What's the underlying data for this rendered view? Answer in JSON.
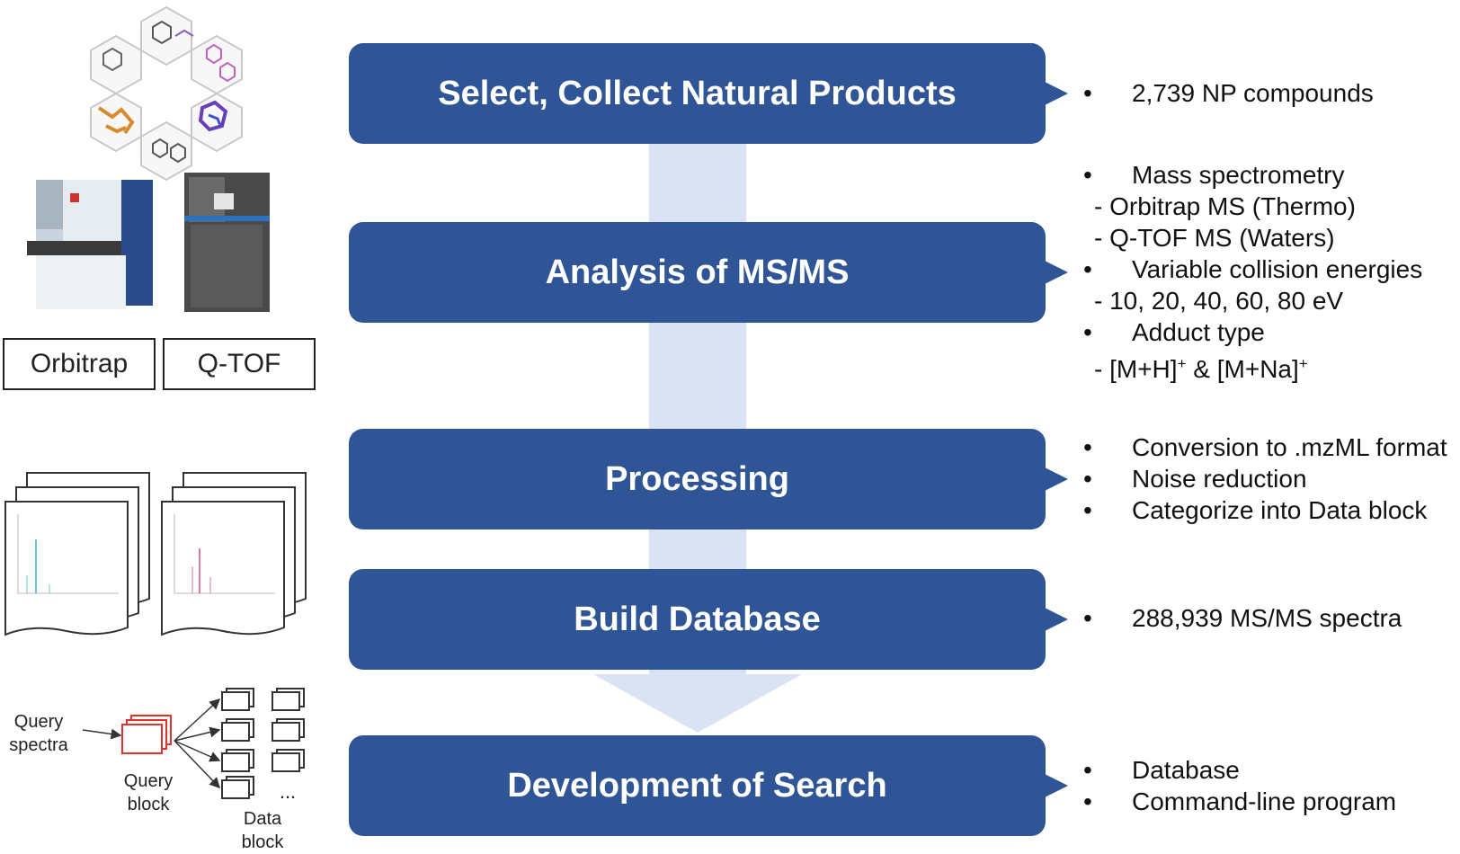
{
  "steps": [
    {
      "label": "Select, Collect Natural Products"
    },
    {
      "label": "Analysis of MS/MS"
    },
    {
      "label": "Processing"
    },
    {
      "label": "Build Database"
    },
    {
      "label": "Development of Search"
    }
  ],
  "notes": {
    "select": [
      "2,739 NP compounds"
    ],
    "analysis": {
      "b1": "Mass spectrometry",
      "s1": "- Orbitrap MS (Thermo)",
      "s2": "- Q-TOF MS (Waters)",
      "b2": "Variable collision energies",
      "s3": "- 10, 20, 40, 60, 80 eV",
      "b3": "Adduct type",
      "s4_a": "- [M+H]",
      "s4_sup1": "+",
      "s4_b": " & [M+Na]",
      "s4_sup2": "+"
    },
    "processing": [
      "Conversion to .mzML format",
      "Noise reduction",
      "Categorize into Data block"
    ],
    "build": [
      "288,939 MS/MS spectra"
    ],
    "search": [
      "Database",
      "Command-line program"
    ]
  },
  "bullet": "•",
  "instrument_labels": [
    "Orbitrap",
    "Q-TOF"
  ],
  "search_diagram": {
    "query_spectra": [
      "Query",
      "spectra"
    ],
    "query_block": [
      "Query",
      "block"
    ],
    "data_block": [
      "Data",
      "block"
    ],
    "ellipsis": "..."
  },
  "colors": {
    "box": "#2f5597",
    "flow_arrow": "#dae3f3"
  }
}
